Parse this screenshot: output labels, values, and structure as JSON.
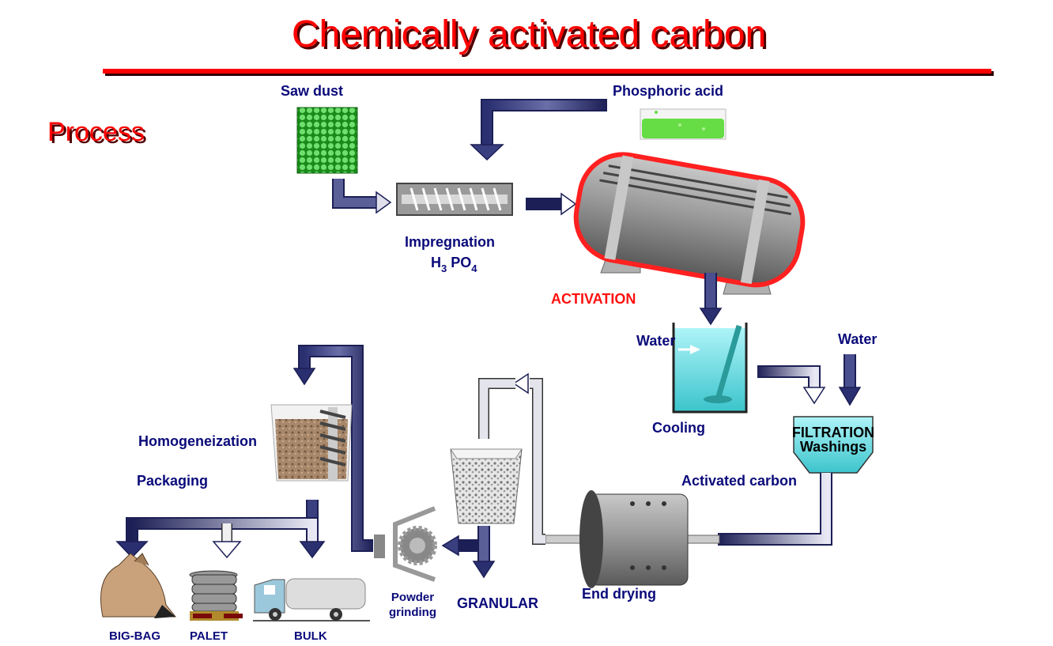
{
  "title": "Chemically activated carbon",
  "section": "Process",
  "inputs": {
    "saw_dust": "Saw dust",
    "phosphoric_acid": "Phosphoric acid"
  },
  "impregnation": {
    "label": "Impregnation",
    "formula_h": "H",
    "formula_h_sub": "3",
    "formula_po": " PO",
    "formula_po_sub": "4"
  },
  "activation": "ACTIVATION",
  "cooling": {
    "label": "Cooling",
    "water_in": "Water"
  },
  "filtration": {
    "line1": "FILTRATION",
    "line2": "Washings",
    "water_in": "Water"
  },
  "activated_carbon": "Activated carbon",
  "end_drying": "End drying",
  "granular": "GRANULAR",
  "powder_grinding": {
    "line1": "Powder",
    "line2": "grinding"
  },
  "homogeneization": "Homogeneization",
  "packaging": "Packaging",
  "outputs": {
    "big_bag": "BIG-BAG",
    "palet": "PALET",
    "bulk": "BULK"
  },
  "colors": {
    "title": "#ff0000",
    "label": "#0a0a7a",
    "pipe": "#1c1f55",
    "sawdust": "#22b022",
    "acid": "#66dd44",
    "water": "#66e0e8",
    "reactor_outline": "#ff2020"
  }
}
